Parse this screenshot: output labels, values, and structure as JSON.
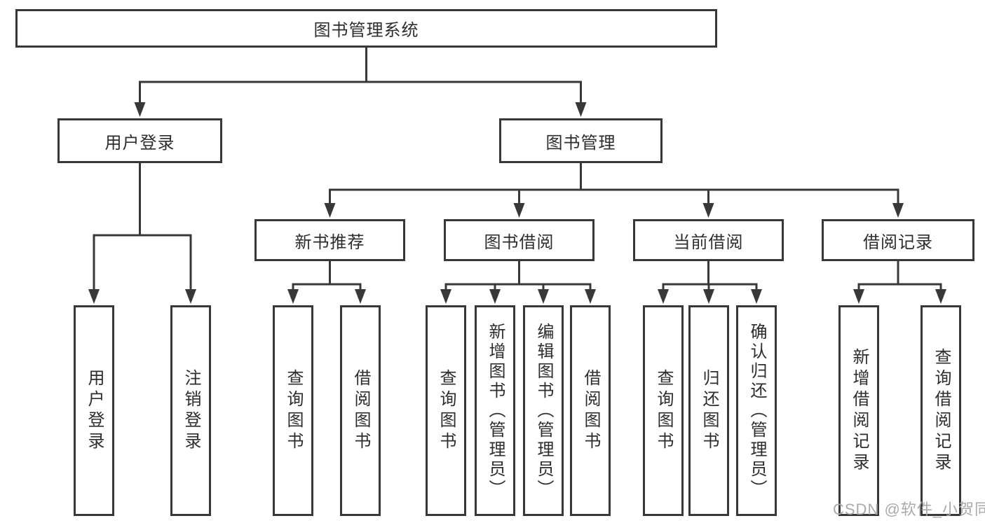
{
  "diagram": {
    "root": "图书管理系统",
    "user_login": {
      "label": "用户登录",
      "children": {
        "login": "用户登录",
        "logout": "注销登录"
      }
    },
    "book_mgmt": {
      "label": "图书管理",
      "modules": {
        "new_book": {
          "label": "新书推荐",
          "children": {
            "query": "查询图书",
            "borrow": "借阅图书"
          }
        },
        "borrow": {
          "label": "图书借阅",
          "children": {
            "query": "查询图书",
            "add": "新增图书（管理员）",
            "edit": "编辑图书（管理员）",
            "borrow": "借阅图书"
          }
        },
        "current": {
          "label": "当前借阅",
          "children": {
            "query": "查询图书",
            "return": "归还图书",
            "confirm": "确认归还（管理员）"
          }
        },
        "history": {
          "label": "借阅记录",
          "children": {
            "add": "新增借阅记录",
            "query": "查询借阅记录"
          }
        }
      }
    }
  },
  "watermark": "CSDN @软件_小贺同学",
  "colors": {
    "line": "#383838",
    "text": "#2d2d2d",
    "background": "#ffffff",
    "watermark": "#aaaaaa"
  }
}
